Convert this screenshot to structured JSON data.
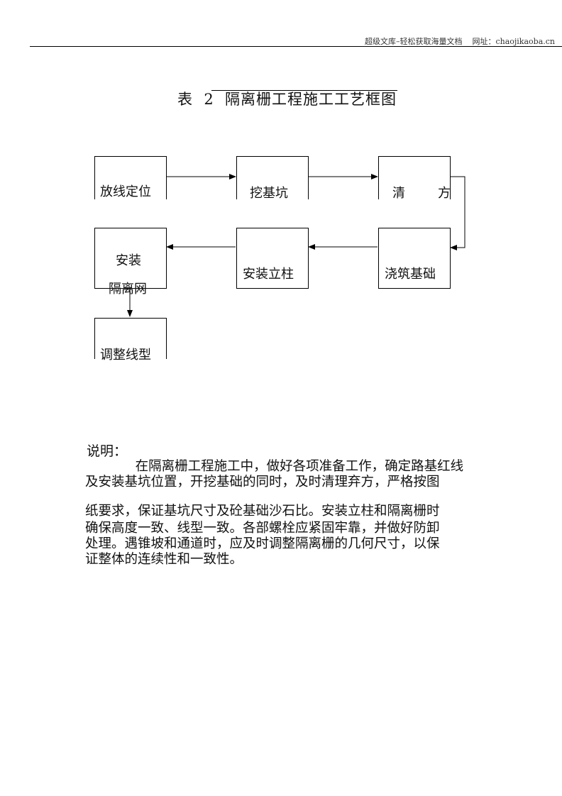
{
  "header": {
    "source": "超级文库–轻松获取海量文档",
    "site_label": "网址：",
    "site_url": "chaojikaoba.cn"
  },
  "title": "表  2  隔离栅工程施工工艺框图",
  "flowchart": {
    "steps": [
      {
        "id": "fangxian",
        "label": "放线定位"
      },
      {
        "id": "wajikeng",
        "label": "挖基坑"
      },
      {
        "id": "qingfang_a",
        "label": "清"
      },
      {
        "id": "qingfang_b",
        "label": "方"
      },
      {
        "id": "jiaozhu",
        "label": "浇筑基础"
      },
      {
        "id": "lizhu",
        "label": "安装立柱"
      },
      {
        "id": "geliwang_a",
        "label": "安装"
      },
      {
        "id": "geliwang_b",
        "label": "隔离网"
      },
      {
        "id": "tiaozheng",
        "label": "调整线型"
      }
    ]
  },
  "note": {
    "heading": "说明：",
    "lines": [
      "            在隔离栅工程施工中，做好各项准备工作，确定路基红线",
      "及安装基坑位置，开挖基础的同时，及时清理弃方，严格按图",
      "纸要求，保证基坑尺寸及砼基础沙石比。安装立柱和隔离栅时",
      "确保高度一致、线型一致。各部螺栓应紧固牢靠，并做好防卸",
      "处理。遇锥坡和通道时，应及时调整隔离栅的几何尺寸，以保",
      "证整体的连续性和一致性。"
    ]
  }
}
